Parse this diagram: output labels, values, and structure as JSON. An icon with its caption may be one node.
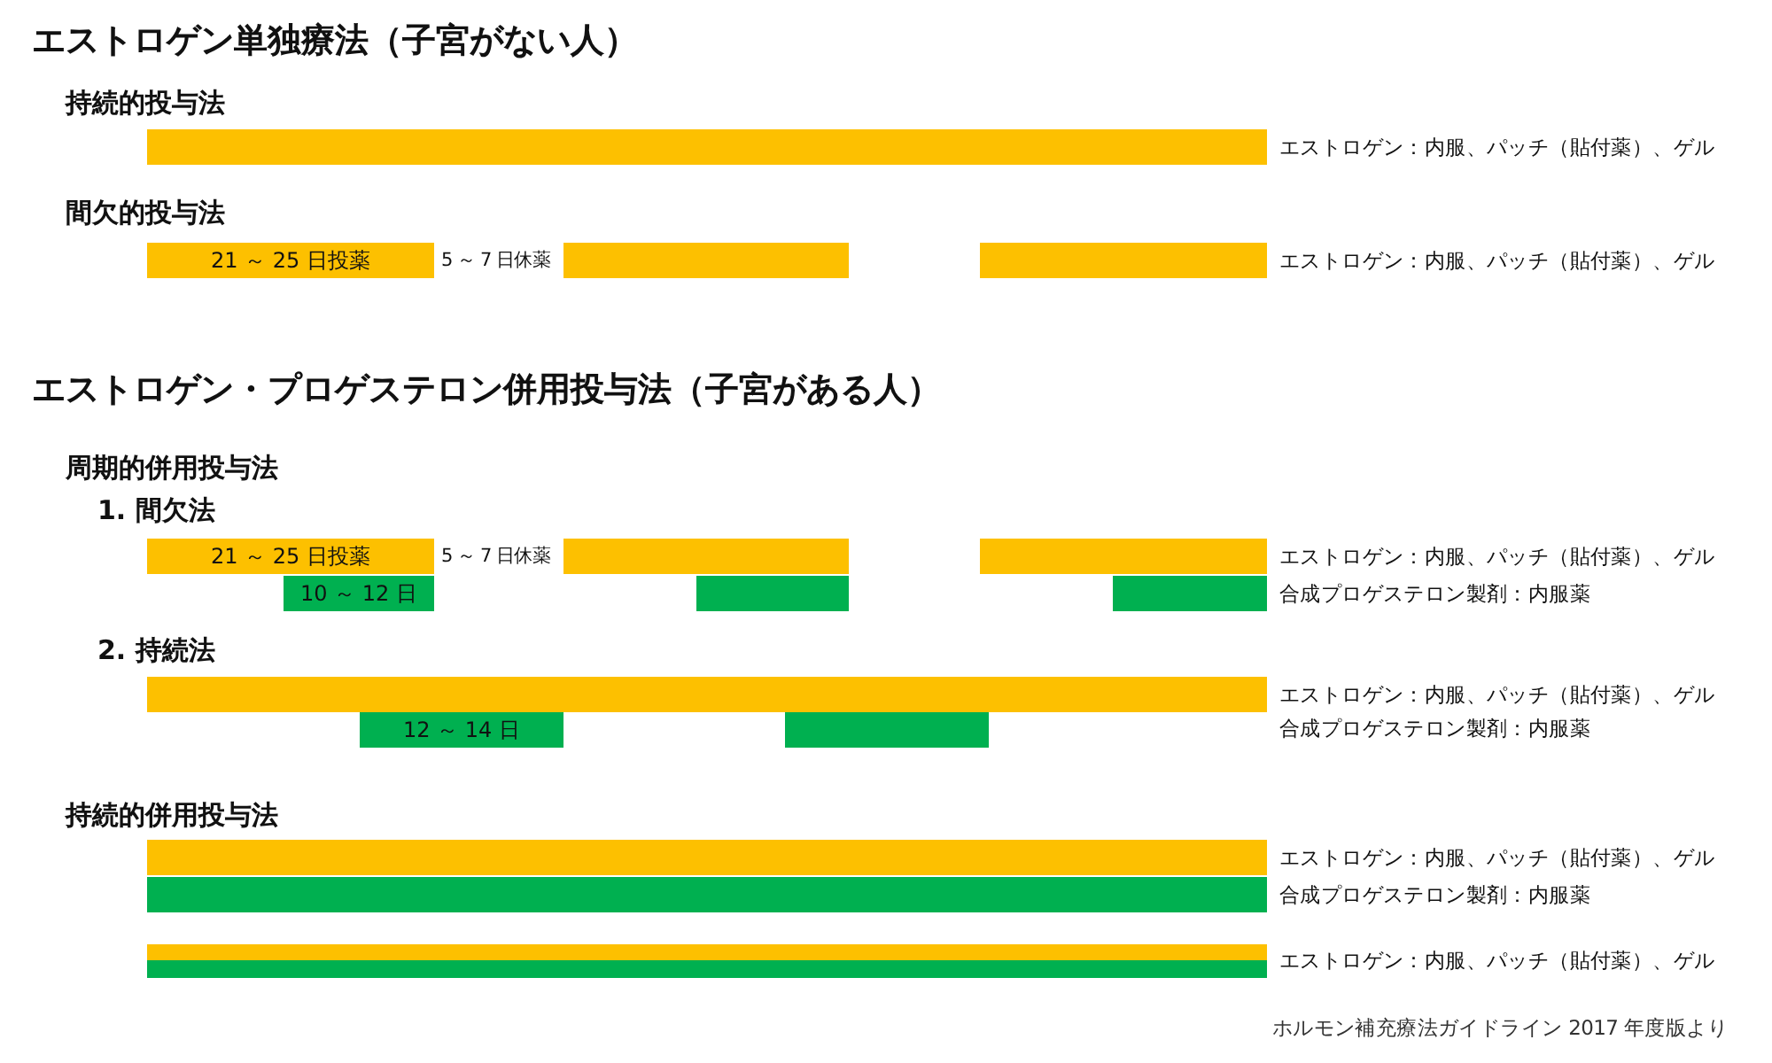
{
  "diagram": {
    "caption": "ホルモン補充療法ガイドライン 2017 年度版より",
    "nodes": [
      {
        "text": [],
        "shape": "bar",
        "beside": [
          "エストロゲン：内服、パッチ（貼付薬）、ゲル"
        ]
      },
      {
        "text": [
          "21 ～ 25 日投薬"
        ]
      },
      {
        "text": [],
        "shape": "bar"
      },
      {
        "text": [],
        "shape": "bar",
        "beside": [
          "エストロゲン：内服、パッチ（貼付薬）、ゲル"
        ]
      },
      {
        "text": [
          "21 ～ 25 日投薬"
        ]
      },
      {
        "text": [],
        "shape": "bar"
      },
      {
        "text": [],
        "shape": "bar",
        "beside": [
          "エストロゲン：内服、パッチ（貼付薬）、ゲル"
        ]
      },
      {
        "text": [
          "10 ～ 12 日"
        ]
      },
      {
        "text": [],
        "shape": "bar"
      },
      {
        "text": [],
        "shape": "bar",
        "beside": [
          "合成プロゲステロン製剤：内服薬"
        ]
      },
      {
        "text": [],
        "shape": "bar",
        "beside": [
          "エストロゲン：内服、パッチ（貼付薬）、ゲル"
        ]
      },
      {
        "text": [
          "12 ～ 14 日"
        ]
      },
      {
        "text": [],
        "shape": "bar"
      },
      {
        "text": [],
        "shape": "bar",
        "beside": [
          "エストロゲン：内服、パッチ（貼付薬）、ゲル"
        ]
      },
      {
        "text": [],
        "shape": "bar",
        "beside": [
          "合成プロゲステロン製剤：内服薬"
        ]
      },
      {
        "text": [],
        "shape": "bar"
      },
      {
        "text": [],
        "shape": "bar",
        "beside": [
          "エストロゲン：内服、パッチ（貼付薬）、ゲル"
        ]
      }
    ],
    "labels": [
      "エストロゲン単独療法（子宮がない人）",
      "持続的投与法",
      "間欠的投与法",
      "5 ～ 7 日休薬",
      "エストロゲン・プロゲステロン併用投与法（子宮がある人）",
      "周期的併用投与法",
      "1. 間欠法",
      "5 ～ 7 日休薬",
      "2. 持続法",
      "合成プロゲステロン製剤：内服薬",
      "持続的併用投与法"
    ]
  }
}
